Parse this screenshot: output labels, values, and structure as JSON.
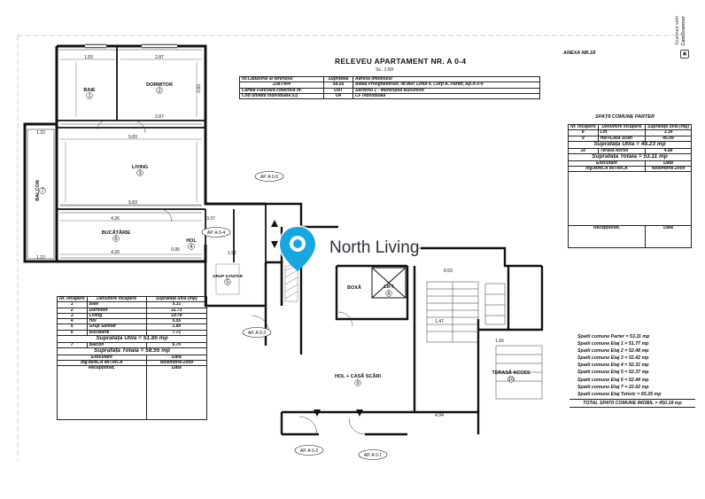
{
  "header": {
    "annex": "ANEXA NR.18",
    "title": "RELEVEU APARTAMENT NR. A 0-4",
    "scale": "Sc. 1:50"
  },
  "cadastre": {
    "rows": [
      [
        "Nr.Cadastral al terenului",
        "Suprafata",
        "Adresa Imobilului"
      ],
      [
        "238T/4/4",
        "58.55",
        "Aleea Privighetorilor, Nr.86P, Lotul 4, Corp A, Parter, Ap.A 0-4"
      ],
      [
        "Cartea Funciară colectivă nr.",
        "UAT",
        "Sectorul 1 - Municipiul Bucuresti"
      ],
      [
        "Cod unitate individuală (U)",
        "U4",
        "CF individuală"
      ]
    ]
  },
  "rooms": [
    {
      "name": "BAIE",
      "num": "1"
    },
    {
      "name": "DORMITOR",
      "num": "2"
    },
    {
      "name": "LIVING",
      "num": "3"
    },
    {
      "name": "HOL",
      "num": "4"
    },
    {
      "name": "GRUP SANITAR",
      "num": "5"
    },
    {
      "name": "BUCĂTĂRIE",
      "num": "6"
    },
    {
      "name": "BALCON",
      "num": "7"
    },
    {
      "name": "BOXĂ",
      "num": ""
    },
    {
      "name": "LIFT",
      "num": "8"
    },
    {
      "name": "HOL + CASĂ SCĂRI",
      "num": "9"
    },
    {
      "name": "TERASĂ ACCES",
      "num": "10"
    }
  ],
  "apartment_labels": [
    "AP. A 0-5",
    "AP. A 0-4",
    "AP. A 0-3",
    "AP. A 0-2",
    "AP. A 0-1"
  ],
  "dimensions": [
    "1.83",
    "2.87",
    "3.83",
    "2.87",
    "5.83",
    "5.83",
    "4.26",
    "4.26",
    "3.37",
    "1.52",
    "8.53",
    "4.94",
    "1.66",
    "0.95",
    "1.22",
    "1.22",
    "1.47"
  ],
  "unit_table": {
    "headers": [
      "Nr. Încăpere",
      "Denumire încăpere",
      "Suprafață utilă (mp)"
    ],
    "rows": [
      [
        "1",
        "Baie",
        "5.31"
      ],
      [
        "2",
        "Dormitor",
        "11.73"
      ],
      [
        "3",
        "Living",
        "19.78"
      ],
      [
        "4",
        "Hol",
        "5.55"
      ],
      [
        "5",
        "Grup Sanitar",
        "1.85"
      ],
      [
        "6",
        "Bucătărie",
        "7.71"
      ]
    ],
    "useful_area": "Suprafață Utilă = 51.85 mp",
    "balcony_row": [
      "7",
      "Balcon",
      "6.70"
    ],
    "total_area": "Suprafață Totală = 58.55 mp",
    "executant_label": "Executant",
    "date_label": "Data",
    "executant": "Ing.MINCĂ MITRICĂ",
    "date": "Noiembrie-2009",
    "receptionat": "Recepționat,",
    "receptionat_date": "Data"
  },
  "common_table": {
    "title": "SPAȚII COMUNE PARTER",
    "headers": [
      "Nr. Încăpere",
      "Denumire încăpere",
      "Suprafață utilă (mp)"
    ],
    "rows": [
      [
        "8",
        "Lift",
        "3.14"
      ],
      [
        "9",
        "Hol+Casă Scări",
        "45.09"
      ]
    ],
    "useful_area": "Suprafață Utilă = 48.23 mp",
    "terrace_row": [
      "10",
      "Terasă Acces",
      "4.88"
    ],
    "total_area": "Suprafață Totală = 53.11 mp",
    "executant_label": "Executant",
    "date_label": "Data",
    "executant": "Ing.MINCĂ MITRICĂ",
    "date": "Noiembrie-2009",
    "receptionat": "Recepționat,",
    "receptionat_date": "Data"
  },
  "common_summary": [
    "Spatii comune Parter = 53.11 mp",
    "Spatii comune Etaj 1 = 51.77 mp",
    "Spatii comune Etaj 2 = 52.48 mp",
    "Spatii comune Etaj 3 = 52.42 mp",
    "Spatii comune Etaj 4 = 52.31 mp",
    "Spatii comune Etaj 5 = 52.37 mp",
    "Spatii comune Etaj 6 = 52.44 mp",
    "Spatii comune Etaj 7 = 22.02 mp",
    "Spatii comune Etaj Tehnic = 65.26 mp"
  ],
  "common_total": "TOTAL SPATII COMUNE IMOBIL = 450.18 mp",
  "watermark": {
    "text": "North Living",
    "color": "#18a6e0"
  },
  "scanner": {
    "line1": "Scanned with",
    "line2": "CamScanner"
  }
}
